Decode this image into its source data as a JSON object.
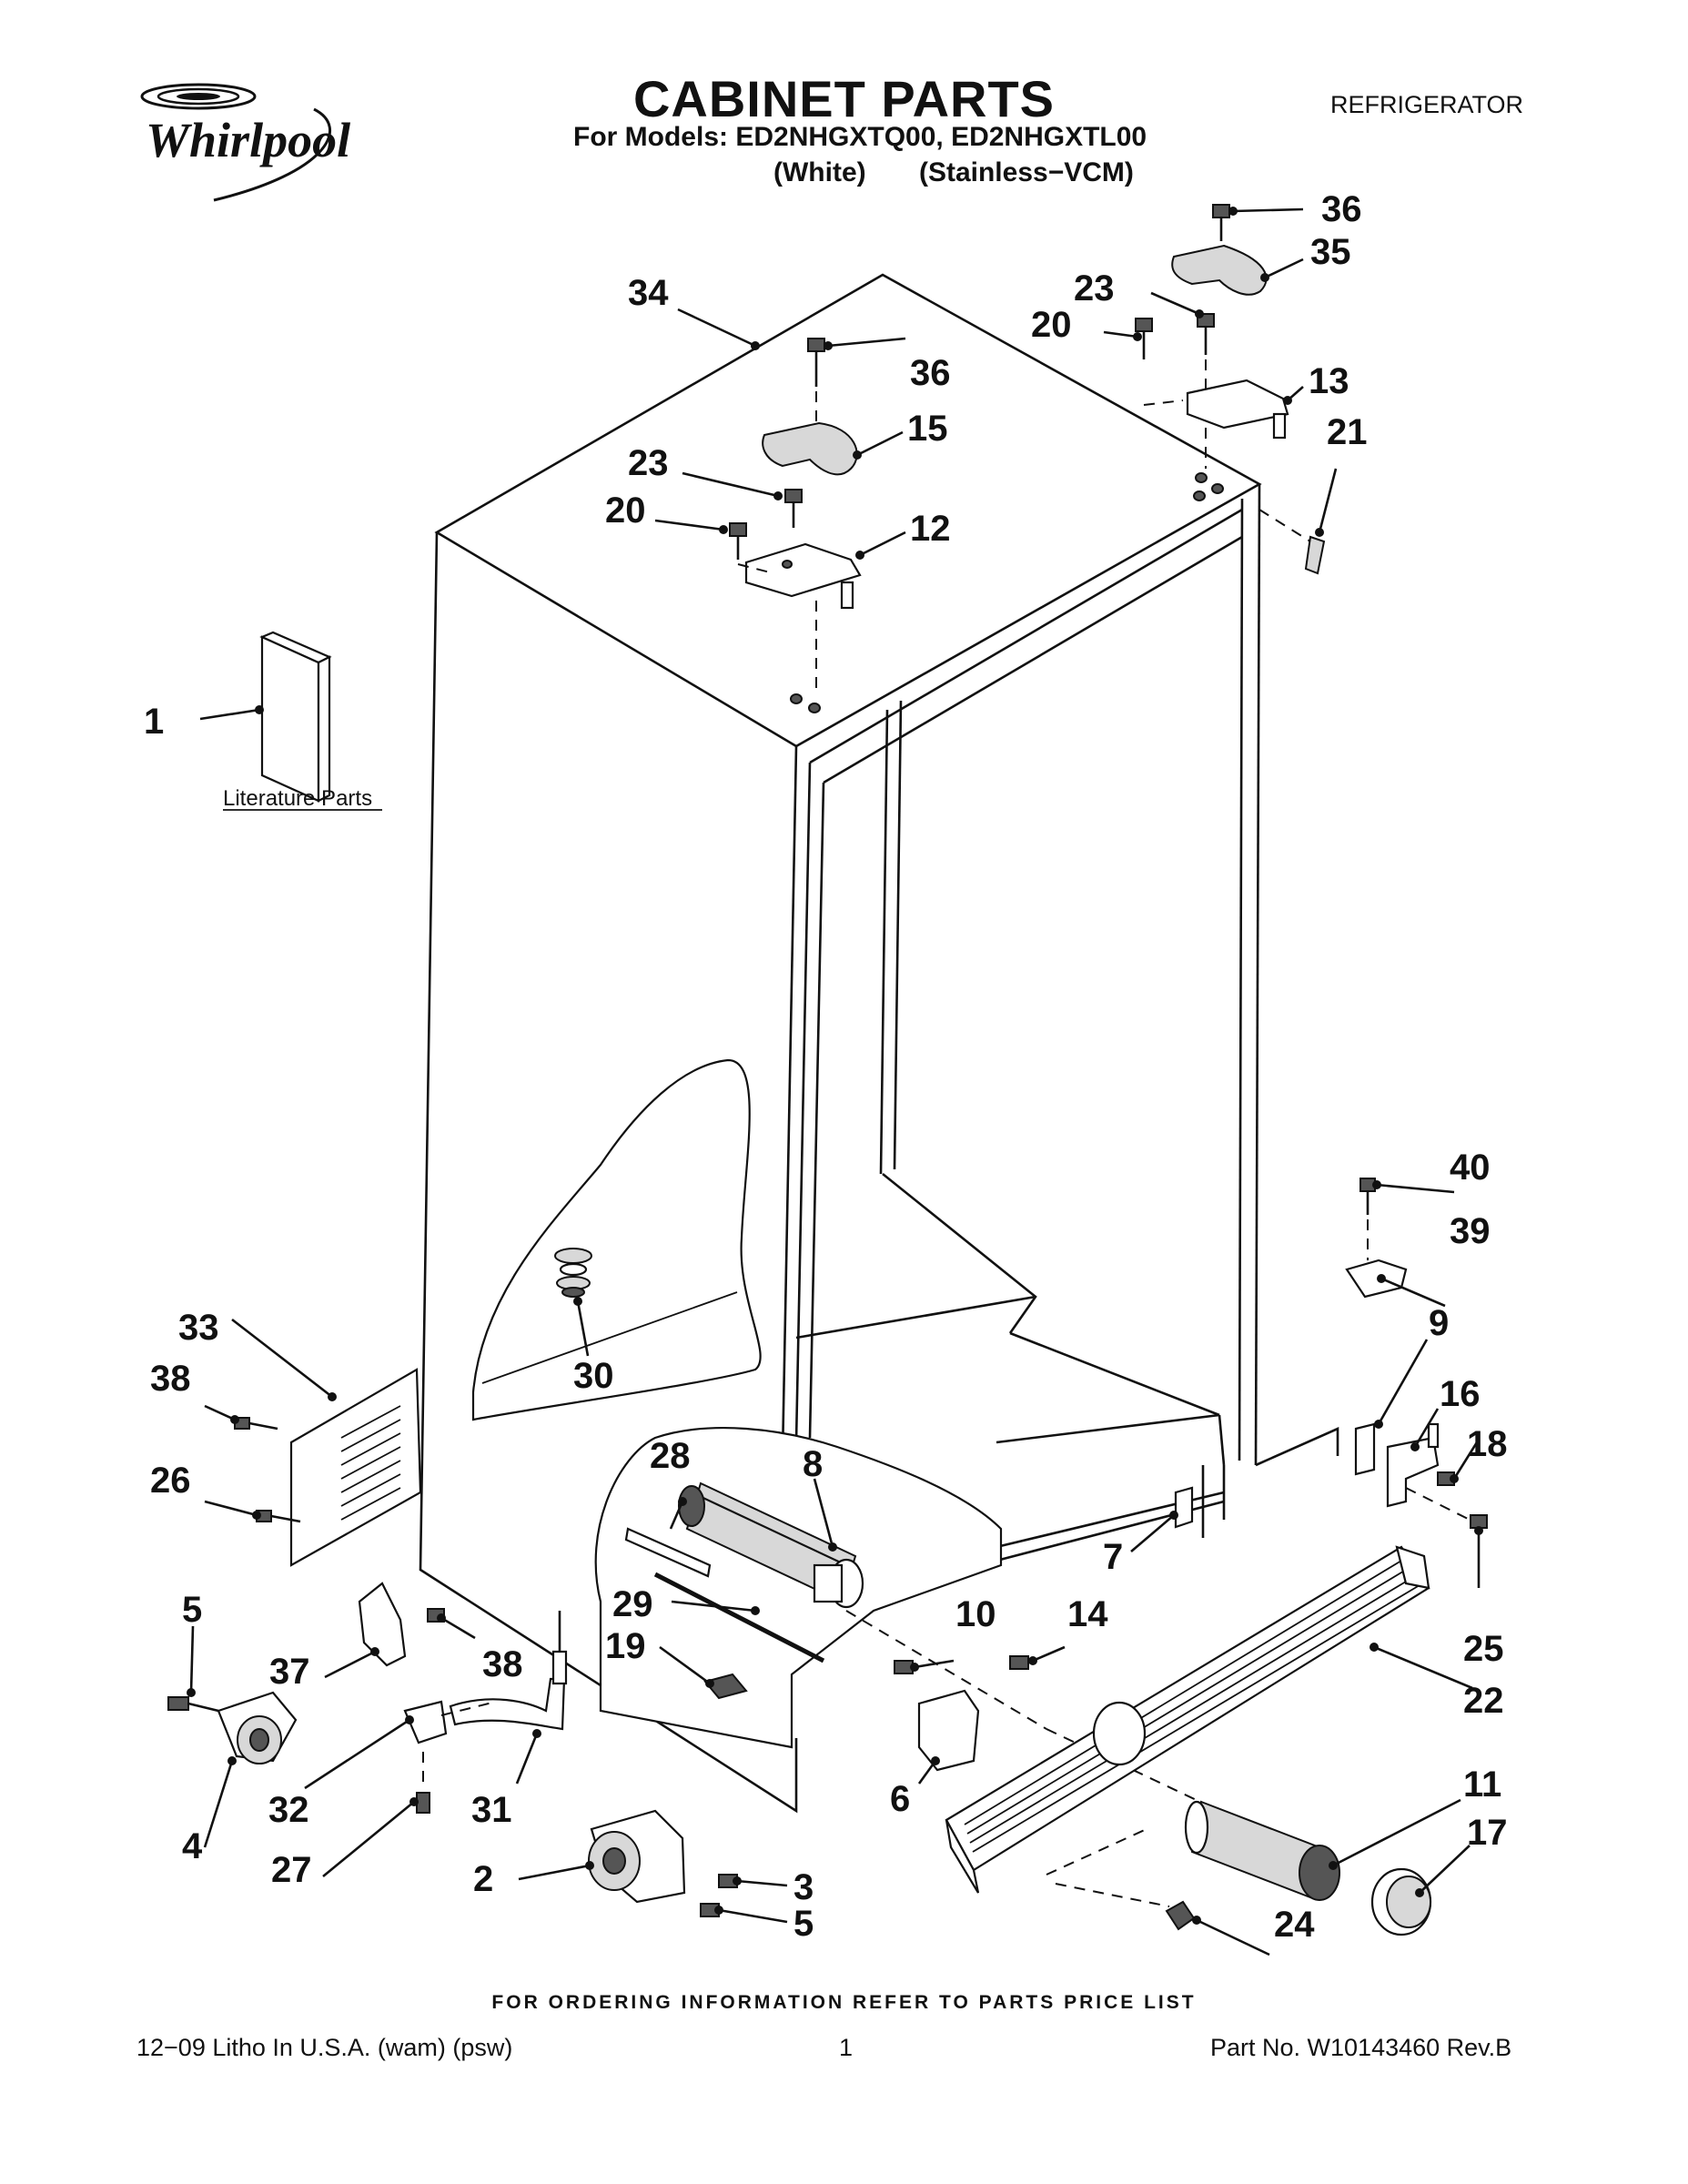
{
  "brand": {
    "logo_text": "Whirlpool"
  },
  "header": {
    "title": "CABINET PARTS",
    "models_line": "For Models: ED2NHGXTQ00, ED2NHGXTL00",
    "variants_line": "(White)       (Stainless−VCM)",
    "category": "REFRIGERATOR"
  },
  "diagram": {
    "literature_label": "Literature Parts",
    "callouts": [
      "1",
      "2",
      "3",
      "4",
      "5",
      "5",
      "6",
      "7",
      "8",
      "9",
      "10",
      "11",
      "12",
      "13",
      "14",
      "15",
      "16",
      "17",
      "18",
      "19",
      "20",
      "20",
      "21",
      "22",
      "23",
      "23",
      "24",
      "25",
      "26",
      "27",
      "28",
      "29",
      "30",
      "31",
      "32",
      "33",
      "34",
      "35",
      "36",
      "36",
      "37",
      "38",
      "38",
      "39",
      "40"
    ]
  },
  "footer": {
    "order_note": "FOR ORDERING INFORMATION REFER TO PARTS PRICE LIST",
    "litho": "12−09 Litho In U.S.A. (wam) (psw)",
    "page": "1",
    "part_no": "Part No. W10143460 Rev.B"
  }
}
